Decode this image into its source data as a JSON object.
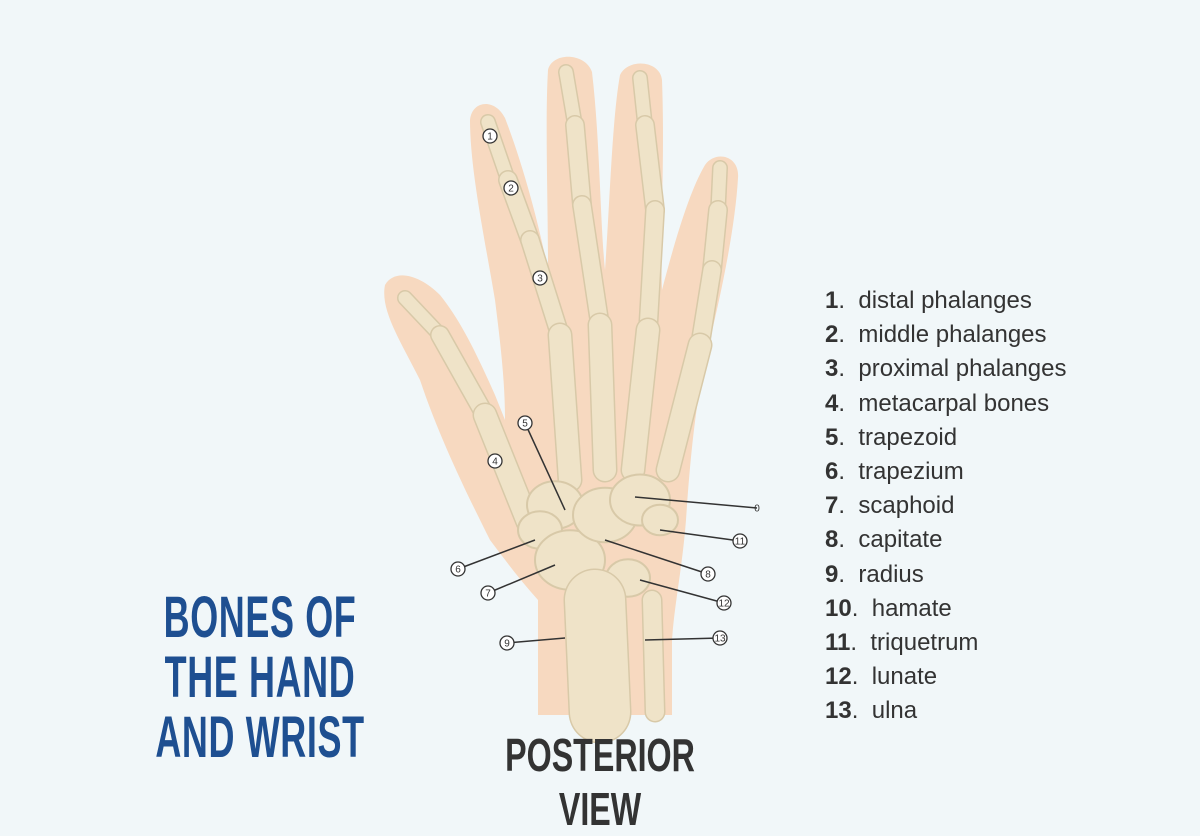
{
  "title_lines": [
    "BONES OF THE HAND",
    "AND WRIST"
  ],
  "subtitle": "POSTERIOR VIEW",
  "colors": {
    "background": "#f1f7f9",
    "skin": "#f7d9c0",
    "bone": "#efe3c8",
    "title": "#1e4f91",
    "text": "#333333"
  },
  "legend": [
    {
      "num": "1",
      "label": "distal phalanges"
    },
    {
      "num": "2",
      "label": "middle phalanges"
    },
    {
      "num": "3",
      "label": "proximal phalanges"
    },
    {
      "num": "4",
      "label": "metacarpal bones"
    },
    {
      "num": "5",
      "label": "trapezoid"
    },
    {
      "num": "6",
      "label": "trapezium"
    },
    {
      "num": "7",
      "label": "scaphoid"
    },
    {
      "num": "8",
      "label": "capitate"
    },
    {
      "num": "9",
      "label": "radius"
    },
    {
      "num": "10",
      "label": "hamate"
    },
    {
      "num": "11",
      "label": "triquetrum"
    },
    {
      "num": "12",
      "label": "lunate"
    },
    {
      "num": "13",
      "label": "ulna"
    }
  ],
  "callout_labels": [
    "1",
    "2",
    "3",
    "4",
    "5",
    "6",
    "7",
    "8",
    "9",
    "0",
    "11",
    "12",
    "13"
  ]
}
